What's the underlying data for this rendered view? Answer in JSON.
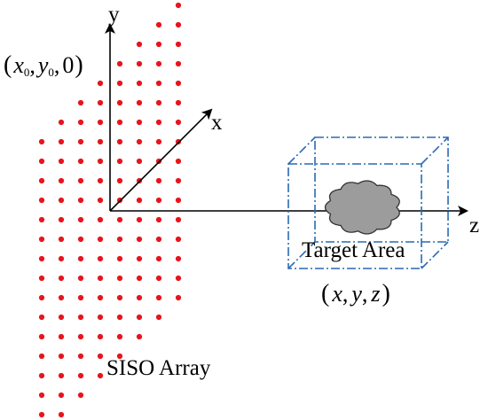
{
  "axes": {
    "x_label": "x",
    "y_label": "y",
    "z_label": "z"
  },
  "array": {
    "label": "SISO Array",
    "corner_label": {
      "open": "(",
      "x": "x",
      "x_sub": "0",
      "sep1": ",",
      "y": "y",
      "y_sub": "0",
      "sep2": ",",
      "zero": "0",
      "close": ")"
    }
  },
  "target": {
    "label": "Target Area",
    "coord_label": {
      "open": "(",
      "x": "x",
      "sep1": ",",
      "y": "y",
      "sep2": ",",
      "z": "z",
      "close": ")"
    }
  },
  "colors": {
    "dot": "#e8141c",
    "box": "#2a6ab5",
    "cloud_fill": "#9c9c9c",
    "cloud_stroke": "#333333",
    "axis": "#000000"
  }
}
